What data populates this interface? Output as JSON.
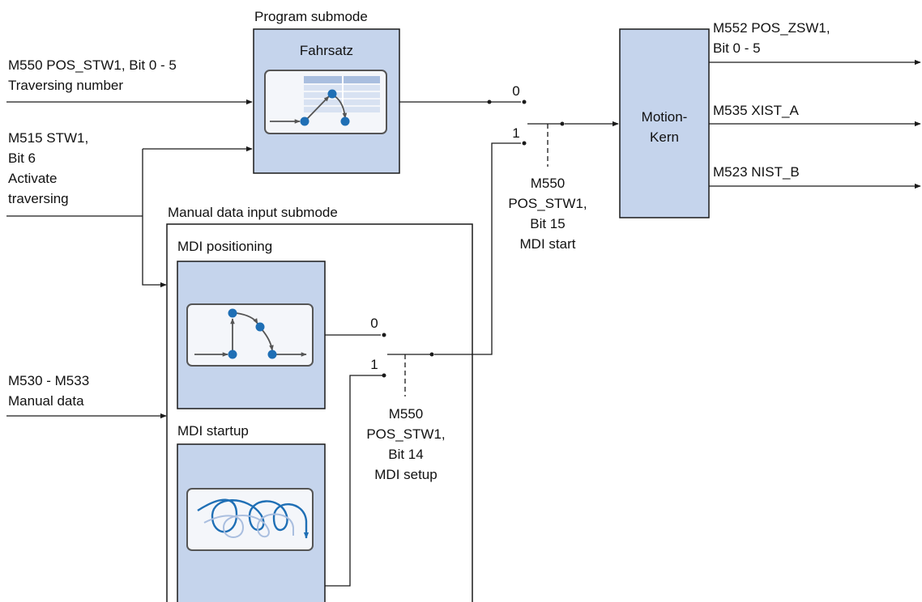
{
  "colors": {
    "block_fill": "#c5d4ec",
    "inner_fill": "#f4f6fa",
    "line": "#1a1a1a",
    "accent_dot": "#1f6fb5",
    "table_header": "#a9bedf",
    "table_row": "#d8e2f2"
  },
  "program_submode": {
    "title": "Program submode",
    "block_label": "Fahrsatz",
    "icon": "traversing-block-table-icon"
  },
  "manual_submode": {
    "title": "Manual data input submode",
    "mdi_positioning": {
      "label": "MDI positioning",
      "icon": "positioning-curve-icon"
    },
    "mdi_startup": {
      "label": "MDI startup",
      "icon": "setup-spiral-icon"
    }
  },
  "motion_core": {
    "line1": "Motion-",
    "line2": "Kern"
  },
  "inputs": {
    "traversing": {
      "line1": "M550 POS_STW1, Bit 0 - 5",
      "line2": "Traversing number"
    },
    "activate": {
      "line1": "M515 STW1,",
      "line2": "Bit 6",
      "line3": "Activate",
      "line4": "traversing"
    },
    "manual": {
      "line1": "M530 - M533",
      "line2": "Manual data"
    }
  },
  "outputs": {
    "zsw": {
      "line1": "M552 POS_ZSW1,",
      "line2": "Bit 0 - 5"
    },
    "xist": "M535 XIST_A",
    "nist": "M523 NIST_B"
  },
  "switches": {
    "upper": {
      "pos0": "0",
      "pos1": "1",
      "line1": "M550",
      "line2": "POS_STW1,",
      "line3": "Bit 15",
      "line4": "MDI start"
    },
    "lower": {
      "pos0": "0",
      "pos1": "1",
      "line1": "M550",
      "line2": "POS_STW1,",
      "line3": "Bit 14",
      "line4": "MDI setup"
    }
  }
}
